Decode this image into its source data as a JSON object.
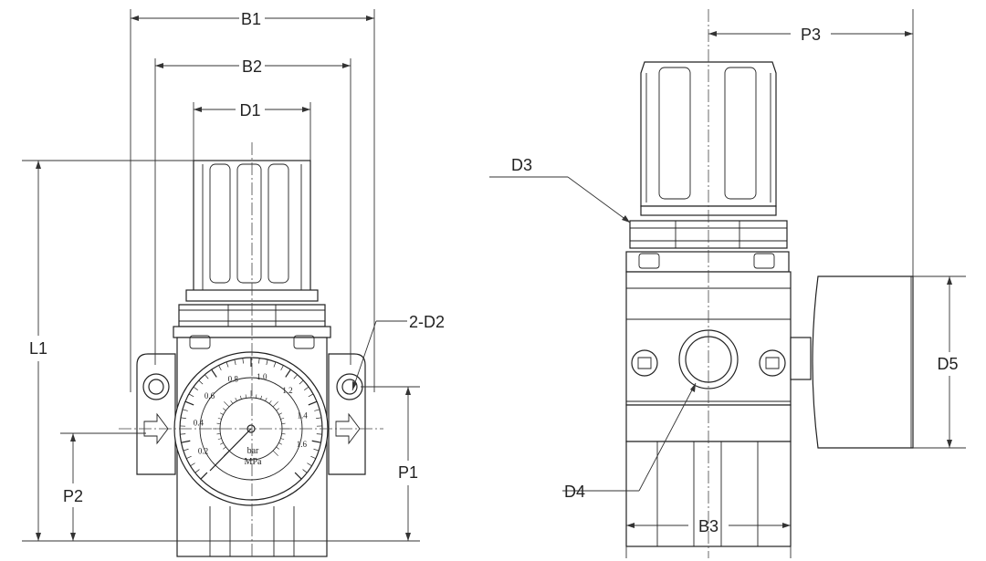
{
  "dimensions": {
    "B1": "B1",
    "B2": "B2",
    "D1": "D1",
    "L1": "L1",
    "P1": "P1",
    "P2": "P2",
    "D2": "2-D2",
    "P3": "P3",
    "D3": "D3",
    "D4": "D4",
    "D5": "D5",
    "B3": "B3"
  },
  "gauge": {
    "outer_scale": [
      "0.2",
      "0.4",
      "0.6",
      "0.8",
      "1.0",
      "1.2",
      "1.4",
      "1.6"
    ],
    "unit_bar": "bar",
    "unit_mpa": "MPa"
  },
  "colors": {
    "line": "#222222",
    "background": "#ffffff"
  }
}
